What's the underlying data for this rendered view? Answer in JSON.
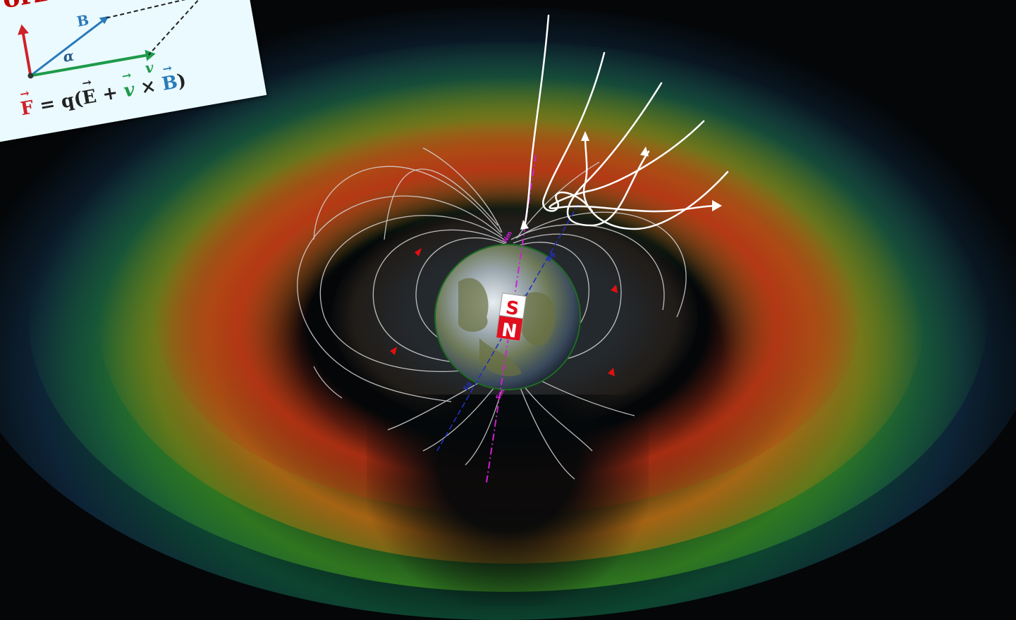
{
  "card": {
    "title": "orza di",
    "labels": {
      "B": "B",
      "v": "v",
      "alpha": "α"
    },
    "formula": {
      "F": "F",
      "eq": " = q(",
      "E": "E",
      "plus": " + ",
      "v": "v",
      "cross": " × ",
      "B": "B",
      "close": ")"
    }
  },
  "earth": {
    "magnet_S": "S",
    "magnet_N": "N",
    "axis_labels": {
      "Nm": "Nm",
      "Ng": "Ng",
      "Sm": "Sm",
      "Sg": "Sg"
    }
  },
  "colors": {
    "belt_outer": "#1a7a3a",
    "belt_middle": "#d06a10",
    "belt_inner": "#c0301a",
    "field_lines": "#d8d8d8",
    "magnetic_axis": "#d020d0",
    "geographic_axis": "#2030c0",
    "arrows": "#e01010",
    "trajectories": "#ffffff",
    "force_vector": "#d0202a",
    "B_vector": "#2a7ab8",
    "v_vector": "#1f9a4a"
  }
}
